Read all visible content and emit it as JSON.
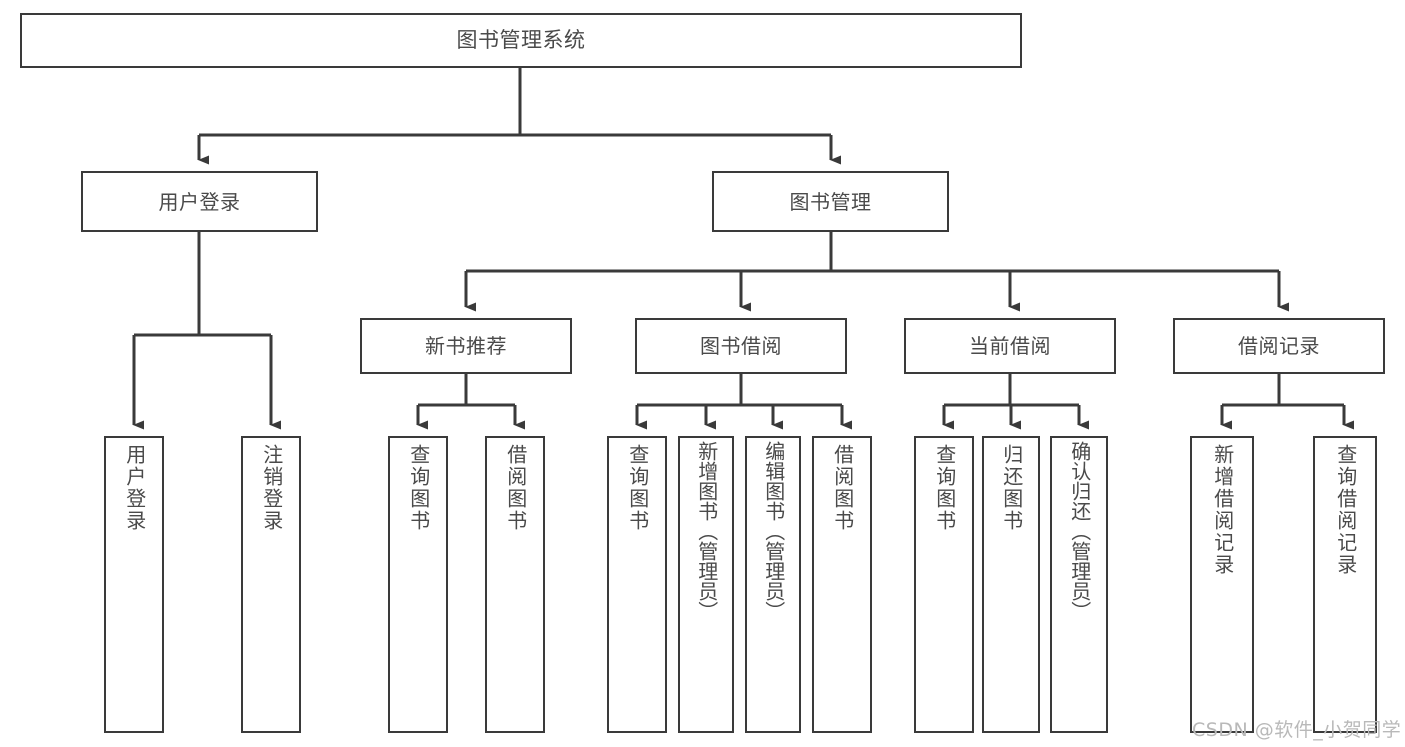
{
  "diagram": {
    "title": "图书管理系统",
    "type": "hierarchy-tree",
    "orientation": "top-down",
    "stroke_color": "#3a3a3a",
    "text_color": "#4a4a4a",
    "background_color": "#ffffff",
    "watermark": "CSDN @软件_小贺同学",
    "watermark_color": "#b9b9b9",
    "nodes": {
      "root": {
        "label": "图书管理系统"
      },
      "level1": [
        {
          "label": "用户登录"
        },
        {
          "label": "图书管理"
        }
      ],
      "level2": [
        {
          "label": "新书推荐"
        },
        {
          "label": "图书借阅"
        },
        {
          "label": "当前借阅"
        },
        {
          "label": "借阅记录"
        }
      ],
      "leaves_user_login": [
        {
          "label": "用户登录"
        },
        {
          "label": "注销登录"
        }
      ],
      "leaves_new_books": [
        {
          "label": "查询图书"
        },
        {
          "label": "借阅图书"
        }
      ],
      "leaves_borrow": [
        {
          "label": "查询图书"
        },
        {
          "label": "新增图书（管理员）"
        },
        {
          "label": "编辑图书（管理员）"
        },
        {
          "label": "借阅图书"
        }
      ],
      "leaves_current": [
        {
          "label": "查询图书"
        },
        {
          "label": "归还图书"
        },
        {
          "label": "确认归还（管理员）"
        }
      ],
      "leaves_records": [
        {
          "label": "新增借阅记录"
        },
        {
          "label": "查询借阅记录"
        }
      ]
    },
    "edges": [
      {
        "from": "图书管理系统",
        "to": "用户登录"
      },
      {
        "from": "图书管理系统",
        "to": "图书管理"
      },
      {
        "from": "用户登录",
        "to": "用户登录"
      },
      {
        "from": "用户登录",
        "to": "注销登录"
      },
      {
        "from": "图书管理",
        "to": "新书推荐"
      },
      {
        "from": "图书管理",
        "to": "图书借阅"
      },
      {
        "from": "图书管理",
        "to": "当前借阅"
      },
      {
        "from": "图书管理",
        "to": "借阅记录"
      },
      {
        "from": "新书推荐",
        "to": "查询图书"
      },
      {
        "from": "新书推荐",
        "to": "借阅图书"
      },
      {
        "from": "图书借阅",
        "to": "查询图书"
      },
      {
        "from": "图书借阅",
        "to": "新增图书（管理员）"
      },
      {
        "from": "图书借阅",
        "to": "编辑图书（管理员）"
      },
      {
        "from": "图书借阅",
        "to": "借阅图书"
      },
      {
        "from": "当前借阅",
        "to": "查询图书"
      },
      {
        "from": "当前借阅",
        "to": "归还图书"
      },
      {
        "from": "当前借阅",
        "to": "确认归还（管理员）"
      },
      {
        "from": "借阅记录",
        "to": "新增借阅记录"
      },
      {
        "from": "借阅记录",
        "to": "查询借阅记录"
      }
    ]
  }
}
